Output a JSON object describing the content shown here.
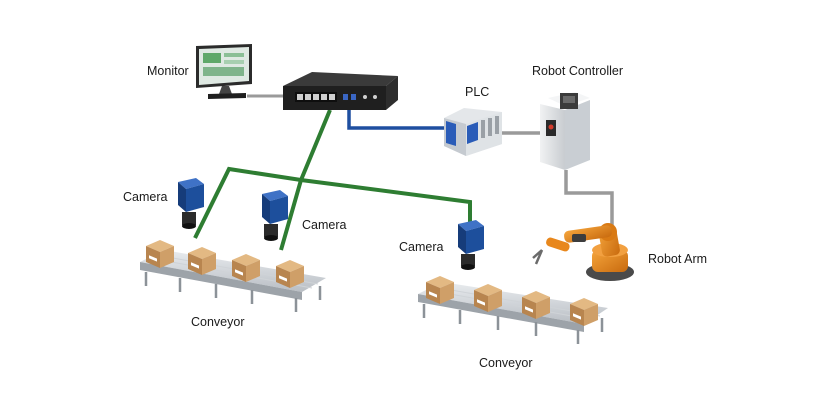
{
  "labels": {
    "monitor": "Monitor",
    "plc": "PLC",
    "robot_controller": "Robot Controller",
    "camera_1": "Camera",
    "camera_2": "Camera",
    "camera_3": "Camera",
    "robot_arm": "Robot Arm",
    "conveyor_1": "Conveyor",
    "conveyor_2": "Conveyor"
  },
  "colors": {
    "ethernet_link": "#2e7d32",
    "plc_link": "#1e4fa0",
    "robot_link": "#8a8a8a",
    "camera_body": "#1d4f9c",
    "box": "#c89a62",
    "robot_orange": "#e8871c"
  }
}
